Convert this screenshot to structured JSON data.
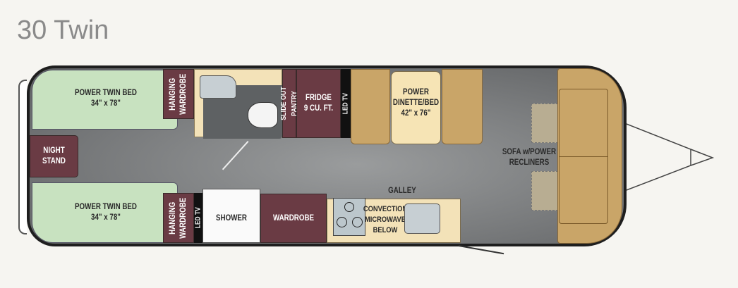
{
  "title": "30 Twin",
  "rooms": {
    "bed_top": {
      "name": "POWER TWIN BED",
      "size": "34\" x 78\""
    },
    "bed_bottom": {
      "name": "POWER TWIN BED",
      "size": "34\" x 78\""
    },
    "night_stand": "NIGHT STAND",
    "wardrobe_top": "HANGING WARDROBE",
    "wardrobe_bottom": "HANGING WARDROBE",
    "pantry": "SLIDE OUT PANTRY",
    "fridge": {
      "name": "FRIDGE",
      "size": "9 CU. FT."
    },
    "led_tv_top": "LED TV",
    "led_tv_bottom": "LED TV",
    "dinette": {
      "name": "POWER DINETTE/BED",
      "size": "42\" x 76\""
    },
    "sofa": "SOFA w/POWER RECLINERS",
    "galley": "GALLEY",
    "shower": "SHOWER",
    "wardrobe": "WARDROBE",
    "microwave": "CONVECTION MICROWAVE BELOW"
  },
  "colors": {
    "floor": "#6f7172",
    "bed": "#c8e2c0",
    "cabinet": "#6a3b44",
    "seat": "#c9a568",
    "counter": "#f3e2b8"
  }
}
